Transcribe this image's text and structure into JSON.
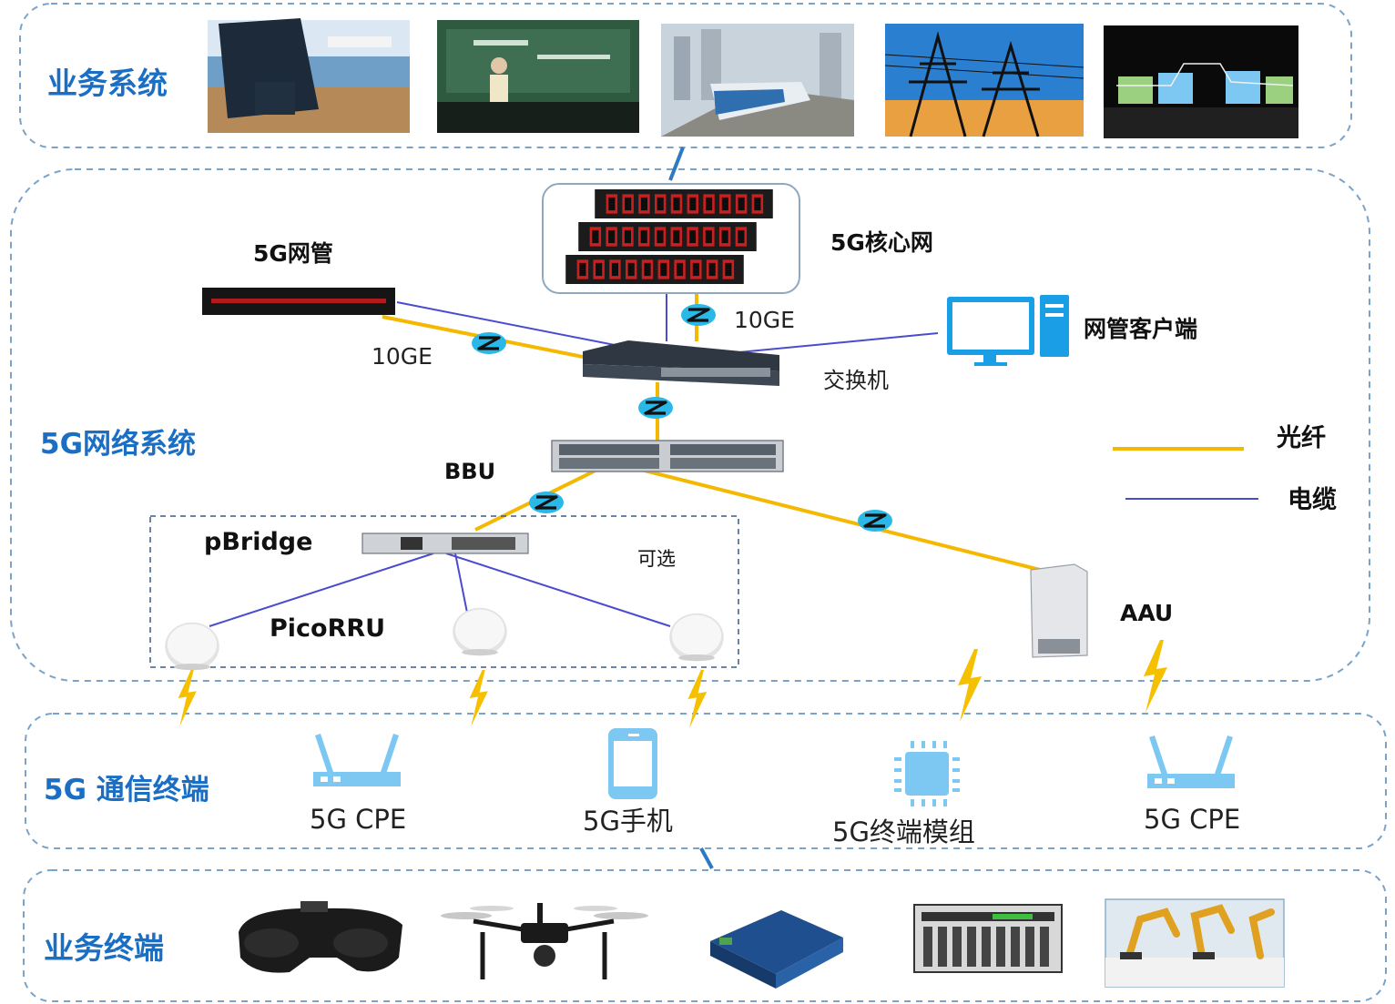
{
  "sections": {
    "business_system": "业务系统",
    "network_system": "5G网络系统",
    "comm_terminal": "5G 通信终端",
    "business_terminal": "业务终端"
  },
  "network": {
    "core_label": "5G核心网",
    "nms_label": "5G网管",
    "nms_client_label": "网管客户端",
    "switch_label": "交换机",
    "bbu_label": "BBU",
    "pbridge_label": "pBridge",
    "optional_label": "可选",
    "picorru_label": "PicoRRU",
    "aau_label": "AAU",
    "link_left_label": "10GE",
    "link_core_label": "10GE"
  },
  "legend": {
    "fiber_label": "光纤",
    "cable_label": "电缆"
  },
  "terminals": {
    "cpe_left": "5G CPE",
    "phone": "5G手机",
    "module": "5G终端模组",
    "cpe_right": "5G CPE"
  },
  "colors": {
    "fiber": "#f5b800",
    "cable": "#4b4bd0",
    "section_label": "#1a6fc4",
    "dashed_border": "#7aa3c9",
    "icon_blue": "#7cc8f2",
    "lightning": "#f5c000"
  },
  "icons": {
    "fiber_connector": "fiber-connector-icon",
    "lightning": "lightning-icon",
    "router": "router-icon",
    "phone": "phone-icon",
    "chip": "chip-icon",
    "monitor": "monitor-icon"
  }
}
